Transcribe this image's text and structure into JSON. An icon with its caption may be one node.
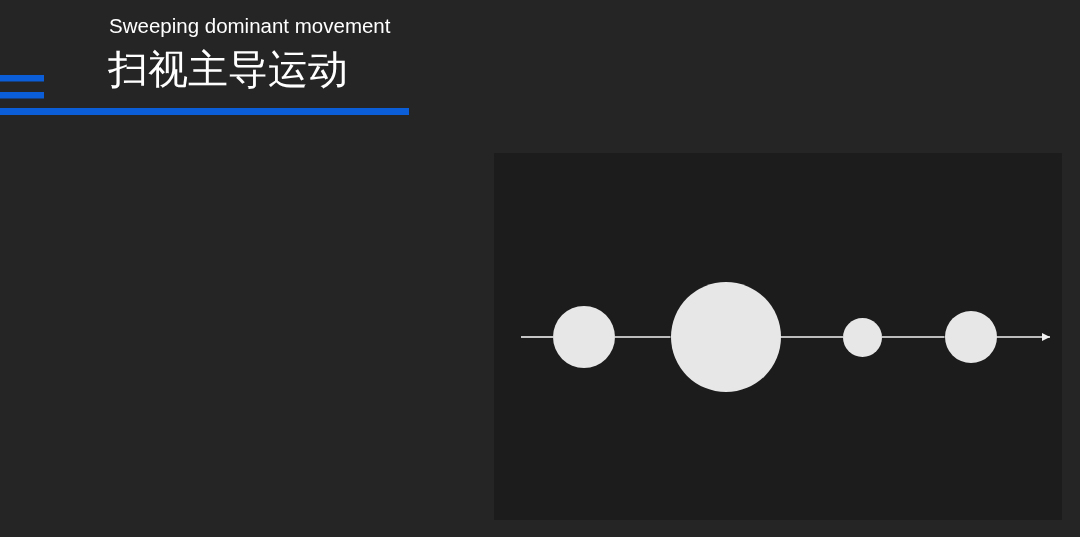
{
  "diagram": {
    "title": "扫视主导运动",
    "labels": [
      "Sweeping dominant movement"
    ],
    "nodes": [
      {
        "text": [],
        "shape": "circle"
      },
      {
        "text": [],
        "shape": "circle"
      },
      {
        "text": [],
        "shape": "circle"
      },
      {
        "text": [],
        "shape": "circle"
      }
    ],
    "edges": [
      {
        "from": null,
        "to": 0,
        "arrow": "none"
      },
      {
        "from": 0,
        "to": 1,
        "arrow": "none"
      },
      {
        "from": 1,
        "to": 2,
        "arrow": "none"
      },
      {
        "from": 2,
        "to": 3,
        "arrow": "none"
      },
      {
        "from": 3,
        "to": null,
        "arrow": "to"
      }
    ]
  }
}
